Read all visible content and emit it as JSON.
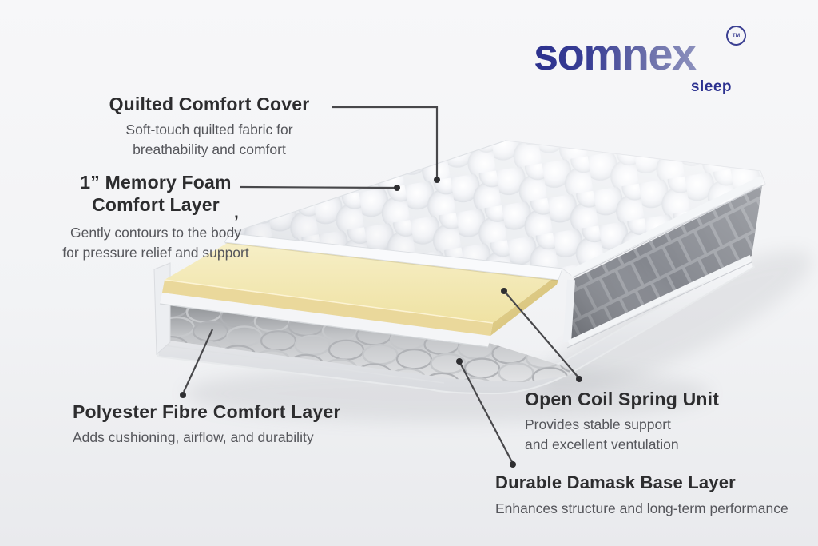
{
  "brand": {
    "name": "somnex",
    "tagline": "sleep",
    "tm": "TM",
    "navy": "#2c3190",
    "lavender": "#a3a7cb"
  },
  "labels": {
    "quilted": {
      "title": "Quilted Comfort Cover",
      "desc": [
        "Soft-touch quilted fabric for",
        "breathability and comfort"
      ]
    },
    "memory_foam": {
      "title": [
        "1” Memory Foam",
        "Comfort Layer"
      ],
      "desc": [
        "Gently contours to the body",
        "for pressure relief and support"
      ],
      "stray_mark": "’"
    },
    "polyester": {
      "title": "Polyester Fibre Comfort Layer",
      "desc": [
        "Adds cushioning, airflow, and durability"
      ]
    },
    "open_coil": {
      "title": "Open Coil Spring Unit",
      "desc": [
        "Provides stable support",
        "and excellent ventulation"
      ]
    },
    "damask": {
      "title": "Durable Damask Base Layer",
      "desc": [
        "Enhances structure and long-term performance"
      ]
    }
  },
  "illustration": {
    "subject": "mattress-cutaway",
    "layers": [
      "quilted-cover",
      "memory-foam",
      "polyester-fibre",
      "open-coil-springs",
      "damask-base",
      "checkered-side-panel"
    ],
    "colors": {
      "foam_yellow": "#f0e3a6",
      "panel_gray": "#8b8e94",
      "background": "#f2f3f5",
      "heading_text": "#2d2d2f",
      "body_text": "#55565b",
      "leader_line": "#48484b"
    }
  }
}
